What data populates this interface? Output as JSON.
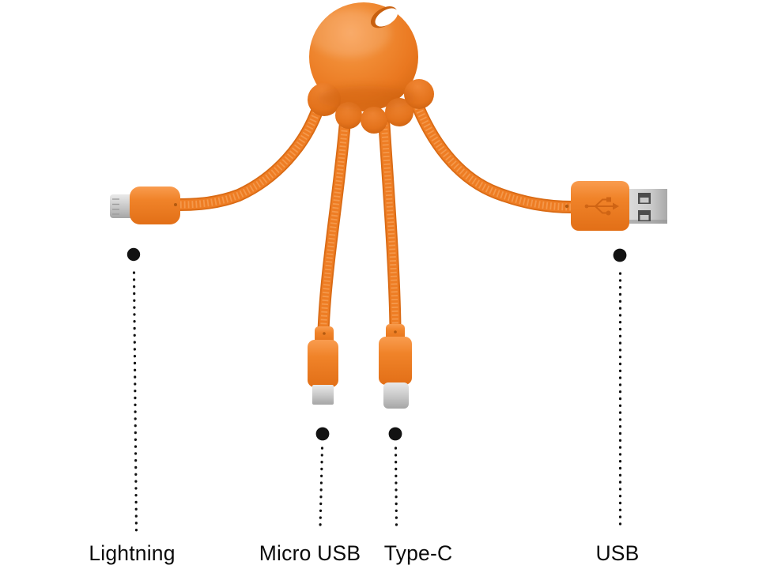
{
  "scene": {
    "description": "Orange octopus-shaped multi charging adapter cable with four connectors, annotated with dotted leader lines",
    "background_color": "#ffffff"
  },
  "product": {
    "name": "Octopus multi charging cable",
    "colors": {
      "body_orange": "#EE7C22",
      "body_orange_light": "#F89A4E",
      "body_orange_dark": "#D2620F",
      "lobe_shadow": "#C65C0C",
      "cable_orange": "#E8741E",
      "cable_highlight": "#F9AE6C",
      "metal_light": "#E9E9E9",
      "metal": "#C6C6C6",
      "metal_dark": "#A9A9A9",
      "usb_pin_hole": "#4D4D4D",
      "annotation_black": "#121212"
    },
    "icons": {
      "usb_trident": "⑂",
      "lightning_contacts": "≡",
      "lanyard_hole": "◦"
    }
  },
  "callouts": {
    "style": {
      "dot_color": "#121212",
      "line_style": "dotted",
      "text_color": "#0b0b0b"
    },
    "items": [
      {
        "id": "lightning",
        "label": "Lightning"
      },
      {
        "id": "micro-usb",
        "label": "Micro USB"
      },
      {
        "id": "type-c",
        "label": "Type-C"
      },
      {
        "id": "usb",
        "label": "USB"
      }
    ]
  }
}
